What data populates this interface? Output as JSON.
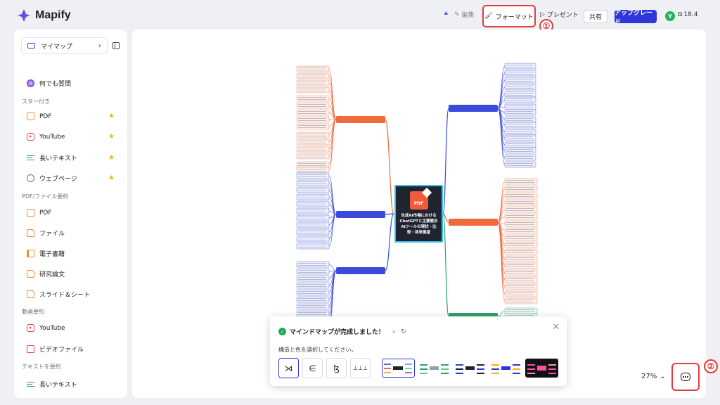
{
  "app": {
    "name": "Mapify"
  },
  "toolbar": {
    "edit_label": "編集",
    "format_label": "フォーマット",
    "present_label": "プレゼント",
    "share_label": "共有",
    "upgrade_label": "アップグレード",
    "avatar_initial": "Y",
    "credits": "18.4",
    "marker_1": "①",
    "marker_2": "②"
  },
  "sidebar": {
    "my_maps_label": "マイマップ",
    "ask_anything": "何でも質問",
    "sections": {
      "starred": "スター付き",
      "pdf_file": "PDF/ファイル要約",
      "video": "動画要約",
      "text": "テキストを要約"
    },
    "starred_items": [
      "PDF",
      "YouTube",
      "長いテキスト",
      "ウェブページ"
    ],
    "pdf_items": [
      "PDF",
      "ファイル",
      "電子書籍",
      "研究論文",
      "スライド＆シート"
    ],
    "video_items": [
      "YouTube",
      "ビデオファイル"
    ],
    "text_items": [
      "長いテキスト"
    ]
  },
  "mindmap": {
    "center_title": "生成AI市場における ChatGPTと主要競合 AIツールの現状・比較・将来展望",
    "pdf_badge": "PDF"
  },
  "popup": {
    "title": "マインドマップが完成しました！",
    "subtitle": "構造と色を選択してください。",
    "structure_icons": [
      "⋊",
      "∈",
      "ɮ",
      "⊥⊥⊥"
    ]
  },
  "zoom": {
    "level": "27%"
  },
  "colors": {
    "accent": "#2f37d8",
    "highlight_red": "#e23b3b",
    "star": "#f5b400"
  }
}
